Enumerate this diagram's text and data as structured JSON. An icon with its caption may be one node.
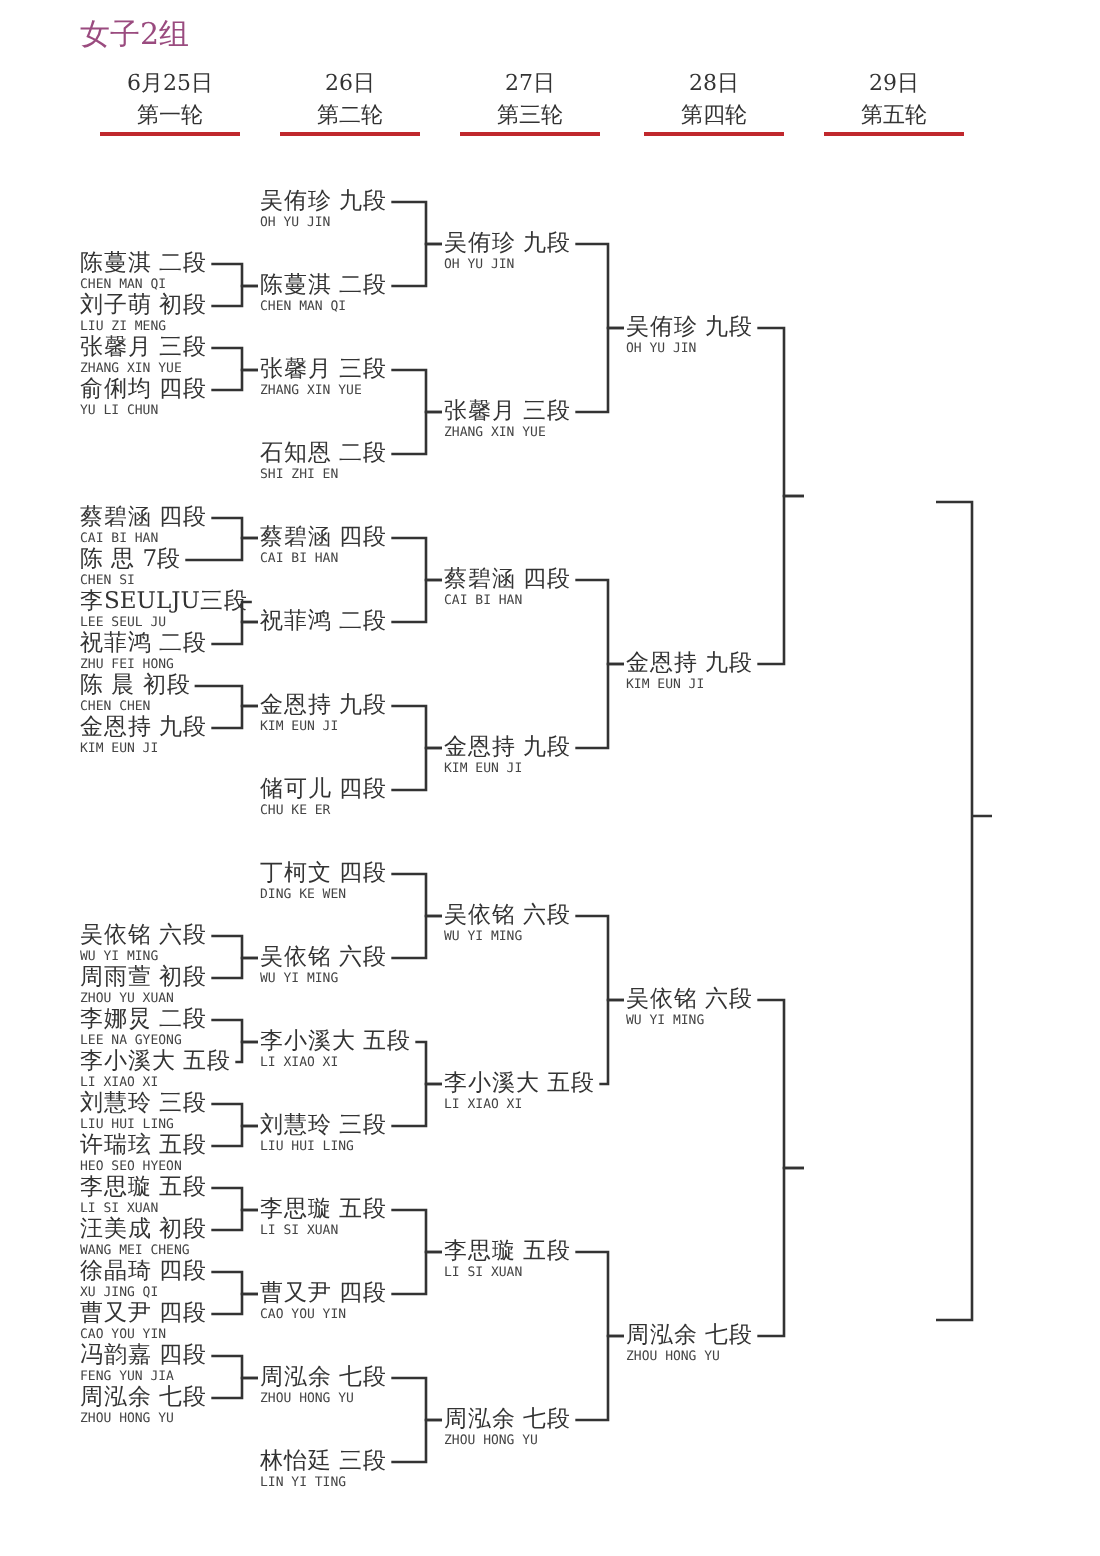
{
  "diagram": {
    "title": "女子2组",
    "nodes": [
      {
        "text": [
          "陈蔓淇 二段",
          "CHEN MAN QI"
        ]
      },
      {
        "text": [
          "刘子萌 初段",
          "LIU ZI MENG"
        ]
      },
      {
        "text": [
          "张馨月 三段",
          "ZHANG XIN YUE"
        ]
      },
      {
        "text": [
          "俞俐均 四段",
          "YU LI CHUN"
        ]
      },
      {
        "text": [
          "蔡碧涵 四段",
          "CAI BI HAN"
        ]
      },
      {
        "text": [
          "陈 思 7段",
          "CHEN SI"
        ]
      },
      {
        "text": [
          "李SEULJU三段",
          "LEE SEUL JU"
        ]
      },
      {
        "text": [
          "祝菲鸿 二段",
          "ZHU FEI HONG"
        ]
      },
      {
        "text": [
          "陈 晨 初段",
          "CHEN CHEN"
        ]
      },
      {
        "text": [
          "金恩持 九段",
          "KIM EUN JI"
        ]
      },
      {
        "text": [
          "吴依铭 六段",
          "WU YI MING"
        ]
      },
      {
        "text": [
          "周雨萱 初段",
          "ZHOU YU XUAN"
        ]
      },
      {
        "text": [
          "李娜炅 二段",
          "LEE NA GYEONG"
        ]
      },
      {
        "text": [
          "李小溪大 五段",
          "LI XIAO XI"
        ]
      },
      {
        "text": [
          "刘慧玲 三段",
          "LIU HUI LING"
        ]
      },
      {
        "text": [
          "许瑞玹 五段",
          "HEO SEO HYEON"
        ]
      },
      {
        "text": [
          "李思璇 五段",
          "LI SI XUAN"
        ]
      },
      {
        "text": [
          "汪美成 初段",
          "WANG MEI CHENG"
        ]
      },
      {
        "text": [
          "徐晶琦 四段",
          "XU JING QI"
        ]
      },
      {
        "text": [
          "曹又尹 四段",
          "CAO YOU YIN"
        ]
      },
      {
        "text": [
          "冯韵嘉 四段",
          "FENG YUN JIA"
        ]
      },
      {
        "text": [
          "周泓余 七段",
          "ZHOU HONG YU"
        ]
      },
      {
        "text": [
          "吴侑珍 九段",
          "OH YU JIN"
        ]
      },
      {
        "text": [
          "陈蔓淇 二段",
          "CHEN MAN QI"
        ]
      },
      {
        "text": [
          "张馨月 三段",
          "ZHANG XIN YUE"
        ]
      },
      {
        "text": [
          "石知恩 二段",
          "SHI ZHI EN"
        ]
      },
      {
        "text": [
          "蔡碧涵 四段",
          "CAI BI HAN"
        ]
      },
      {
        "text": [
          "祝菲鸿 二段"
        ]
      },
      {
        "text": [
          "金恩持 九段",
          "KIM EUN JI"
        ]
      },
      {
        "text": [
          "储可儿 四段",
          "CHU KE ER"
        ]
      },
      {
        "text": [
          "丁柯文 四段",
          "DING KE WEN"
        ]
      },
      {
        "text": [
          "吴依铭 六段",
          "WU YI MING"
        ]
      },
      {
        "text": [
          "李小溪大 五段",
          "LI XIAO XI"
        ]
      },
      {
        "text": [
          "刘慧玲 三段",
          "LIU HUI LING"
        ]
      },
      {
        "text": [
          "李思璇 五段",
          "LI SI XUAN"
        ]
      },
      {
        "text": [
          "曹又尹 四段",
          "CAO YOU YIN"
        ]
      },
      {
        "text": [
          "周泓余 七段",
          "ZHOU HONG YU"
        ]
      },
      {
        "text": [
          "林怡廷 三段",
          "LIN YI TING"
        ]
      },
      {
        "text": [
          "吴侑珍 九段",
          "OH YU JIN"
        ]
      },
      {
        "text": [
          "张馨月 三段",
          "ZHANG XIN YUE"
        ]
      },
      {
        "text": [
          "蔡碧涵 四段",
          "CAI BI HAN"
        ]
      },
      {
        "text": [
          "金恩持 九段",
          "KIM EUN JI"
        ]
      },
      {
        "text": [
          "吴依铭 六段",
          "WU YI MING"
        ]
      },
      {
        "text": [
          "李小溪大 五段",
          "LI XIAO XI"
        ]
      },
      {
        "text": [
          "李思璇 五段",
          "LI SI XUAN"
        ]
      },
      {
        "text": [
          "周泓余 七段",
          "ZHOU HONG YU"
        ]
      },
      {
        "text": [
          "吴侑珍 九段",
          "OH YU JIN"
        ]
      },
      {
        "text": [
          "金恩持 九段",
          "KIM EUN JI"
        ]
      },
      {
        "text": [
          "吴依铭 六段",
          "WU YI MING"
        ]
      },
      {
        "text": [
          "周泓余 七段",
          "ZHOU HONG YU"
        ]
      }
    ],
    "edges": [
      {
        "from": 0,
        "to": 23,
        "arrow": "none"
      },
      {
        "from": 1,
        "to": 23,
        "arrow": "none"
      },
      {
        "from": 2,
        "to": 24,
        "arrow": "none"
      },
      {
        "from": 3,
        "to": 24,
        "arrow": "none"
      },
      {
        "from": 4,
        "to": 26,
        "arrow": "none"
      },
      {
        "from": 5,
        "to": 26,
        "arrow": "none"
      },
      {
        "from": 6,
        "to": 27,
        "arrow": "none"
      },
      {
        "from": 7,
        "to": 27,
        "arrow": "none"
      },
      {
        "from": 8,
        "to": 28,
        "arrow": "none"
      },
      {
        "from": 9,
        "to": 28,
        "arrow": "none"
      },
      {
        "from": 10,
        "to": 31,
        "arrow": "none"
      },
      {
        "from": 11,
        "to": 31,
        "arrow": "none"
      },
      {
        "from": 12,
        "to": 32,
        "arrow": "none"
      },
      {
        "from": 13,
        "to": 32,
        "arrow": "none"
      },
      {
        "from": 14,
        "to": 33,
        "arrow": "none"
      },
      {
        "from": 15,
        "to": 33,
        "arrow": "none"
      },
      {
        "from": 16,
        "to": 34,
        "arrow": "none"
      },
      {
        "from": 17,
        "to": 34,
        "arrow": "none"
      },
      {
        "from": 18,
        "to": 35,
        "arrow": "none"
      },
      {
        "from": 19,
        "to": 35,
        "arrow": "none"
      },
      {
        "from": 20,
        "to": 36,
        "arrow": "none"
      },
      {
        "from": 21,
        "to": 36,
        "arrow": "none"
      },
      {
        "from": 22,
        "to": 38,
        "arrow": "none"
      },
      {
        "from": 23,
        "to": 38,
        "arrow": "none"
      },
      {
        "from": 24,
        "to": 39,
        "arrow": "none"
      },
      {
        "from": 25,
        "to": 39,
        "arrow": "none"
      },
      {
        "from": 26,
        "to": 40,
        "arrow": "none"
      },
      {
        "from": 27,
        "to": 40,
        "arrow": "none"
      },
      {
        "from": 28,
        "to": 41,
        "arrow": "none"
      },
      {
        "from": 29,
        "to": 41,
        "arrow": "none"
      },
      {
        "from": 30,
        "to": 42,
        "arrow": "none"
      },
      {
        "from": 31,
        "to": 42,
        "arrow": "none"
      },
      {
        "from": 32,
        "to": 43,
        "arrow": "none"
      },
      {
        "from": 33,
        "to": 43,
        "arrow": "none"
      },
      {
        "from": 34,
        "to": 44,
        "arrow": "none"
      },
      {
        "from": 35,
        "to": 44,
        "arrow": "none"
      },
      {
        "from": 36,
        "to": 45,
        "arrow": "none"
      },
      {
        "from": 37,
        "to": 45,
        "arrow": "none"
      },
      {
        "from": 38,
        "to": 46,
        "arrow": "none"
      },
      {
        "from": 39,
        "to": 46,
        "arrow": "none"
      },
      {
        "from": 40,
        "to": 47,
        "arrow": "none"
      },
      {
        "from": 41,
        "to": 47,
        "arrow": "none"
      },
      {
        "from": 42,
        "to": 48,
        "arrow": "none"
      },
      {
        "from": 43,
        "to": 48,
        "arrow": "none"
      },
      {
        "from": 44,
        "to": 49,
        "arrow": "none"
      },
      {
        "from": 45,
        "to": 49,
        "arrow": "none"
      },
      {
        "from": 46,
        "to": null,
        "arrow": "none"
      },
      {
        "from": 47,
        "to": null,
        "arrow": "none"
      },
      {
        "from": 48,
        "to": null,
        "arrow": "none"
      },
      {
        "from": 49,
        "to": null,
        "arrow": "none"
      }
    ],
    "labels": [
      "6月25日",
      "第一轮",
      "26日",
      "第二轮",
      "27日",
      "第三轮",
      "28日",
      "第四轮",
      "29日",
      "第五轮"
    ]
  }
}
